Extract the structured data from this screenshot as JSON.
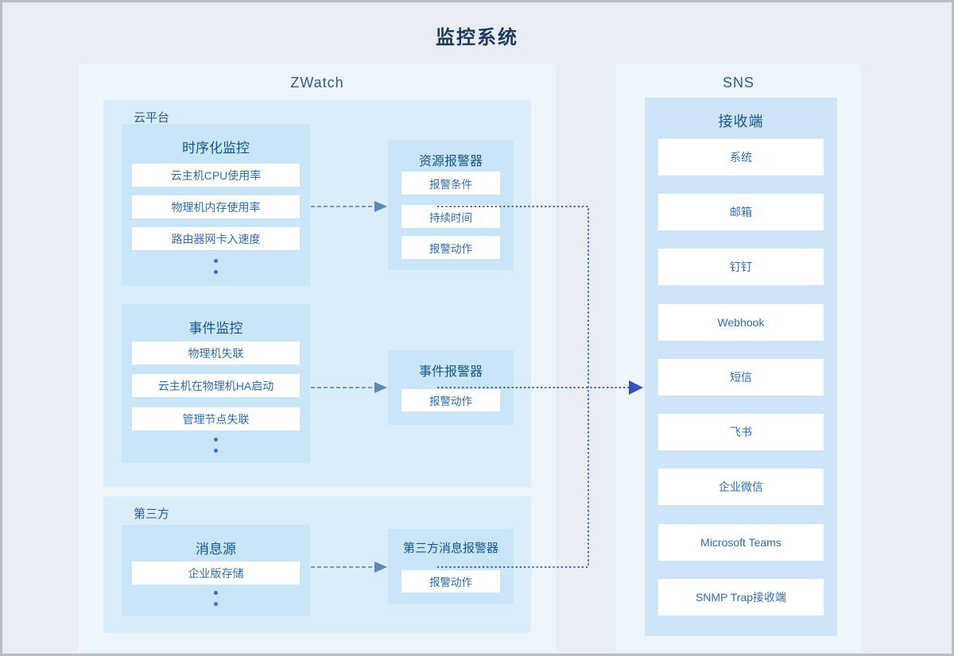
{
  "title": "监控系统",
  "colors": {
    "page_bg": "#e9eef6",
    "outer_border": "#b9bcc2",
    "panel_bg": "#eef6fd",
    "subpanel_bg": "#d9edfb",
    "group_bg": "#c9e5f7",
    "receiver_bg": "#cde5f6",
    "item_bg": "#ffffff",
    "title_text": "#1d3a60",
    "header_text": "#2b5c8f",
    "group_title_text": "#14568f",
    "item_text": "#2f6db0",
    "dashed_arrow": "#6f9bc8",
    "dotted_arrow": "#3b63c8"
  },
  "zwatch": {
    "label": "ZWatch",
    "cloud_platform": {
      "label": "云平台",
      "groups": [
        {
          "title": "时序化监控",
          "items": [
            "云主机CPU使用率",
            "物理机内存使用率",
            "路由器网卡入速度"
          ]
        },
        {
          "title": "事件监控",
          "items": [
            "物理机失联",
            "云主机在物理机HA启动",
            "管理节点失联"
          ]
        }
      ]
    },
    "third_party": {
      "label": "第三方",
      "groups": [
        {
          "title": "消息源",
          "items": [
            "企业版存储"
          ]
        }
      ]
    },
    "alarms": [
      {
        "title": "资源报警器",
        "items": [
          "报警条件",
          "持续时间",
          "报警动作"
        ]
      },
      {
        "title": "事件报警器",
        "items": [
          "报警动作"
        ]
      },
      {
        "title": "第三方消息报警器",
        "items": [
          "报警动作"
        ]
      }
    ]
  },
  "sns": {
    "label": "SNS",
    "receiver": {
      "label": "接收端",
      "items": [
        "系统",
        "邮箱",
        "钉钉",
        "Webhook",
        "短信",
        "飞书",
        "企业微信",
        "Microsoft Teams",
        "SNMP Trap接收端"
      ]
    }
  }
}
